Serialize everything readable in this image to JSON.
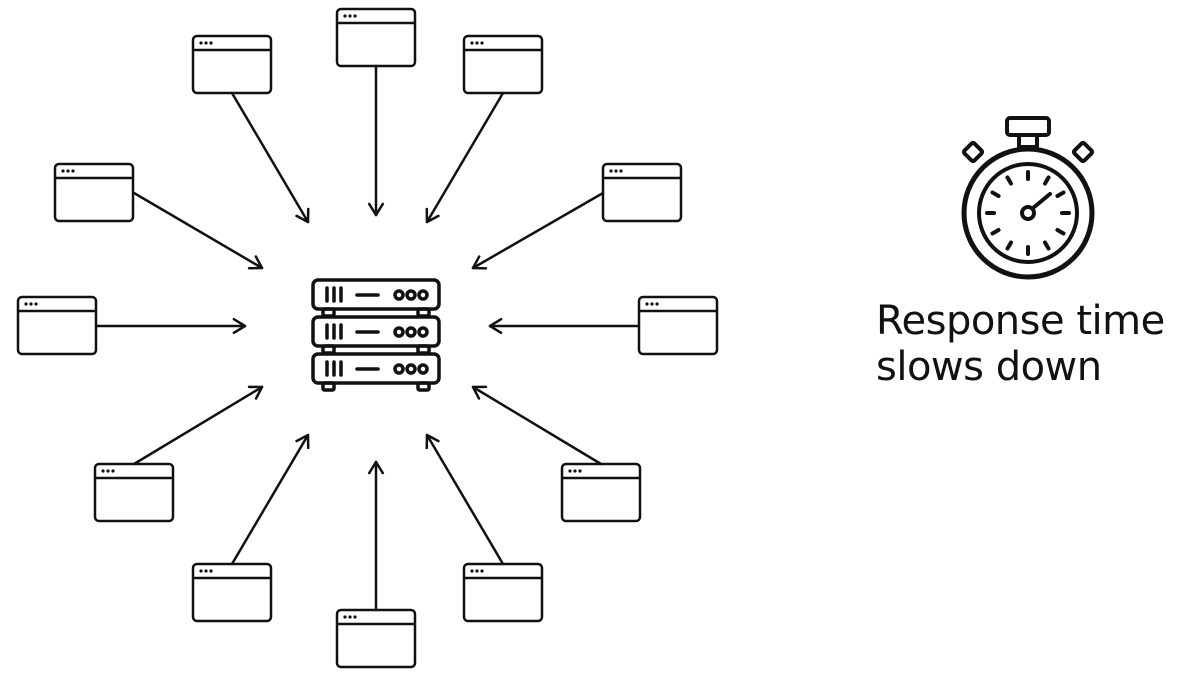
{
  "title": "Many clients sending requests to a single server",
  "server": {
    "label": "server-rack",
    "units": 3
  },
  "clients": [
    {
      "id": "client-top-left-1"
    },
    {
      "id": "client-top"
    },
    {
      "id": "client-top-right-1"
    },
    {
      "id": "client-left-upper"
    },
    {
      "id": "client-right-upper"
    },
    {
      "id": "client-left"
    },
    {
      "id": "client-right"
    },
    {
      "id": "client-left-lower"
    },
    {
      "id": "client-right-lower"
    },
    {
      "id": "client-bottom-left"
    },
    {
      "id": "client-bottom"
    },
    {
      "id": "client-bottom-right"
    }
  ],
  "stopwatch": {
    "icon": "stopwatch-icon"
  },
  "caption": {
    "line1": "Response time",
    "line2": "slows down"
  },
  "colors": {
    "stroke": "#111111",
    "background": "#ffffff"
  }
}
